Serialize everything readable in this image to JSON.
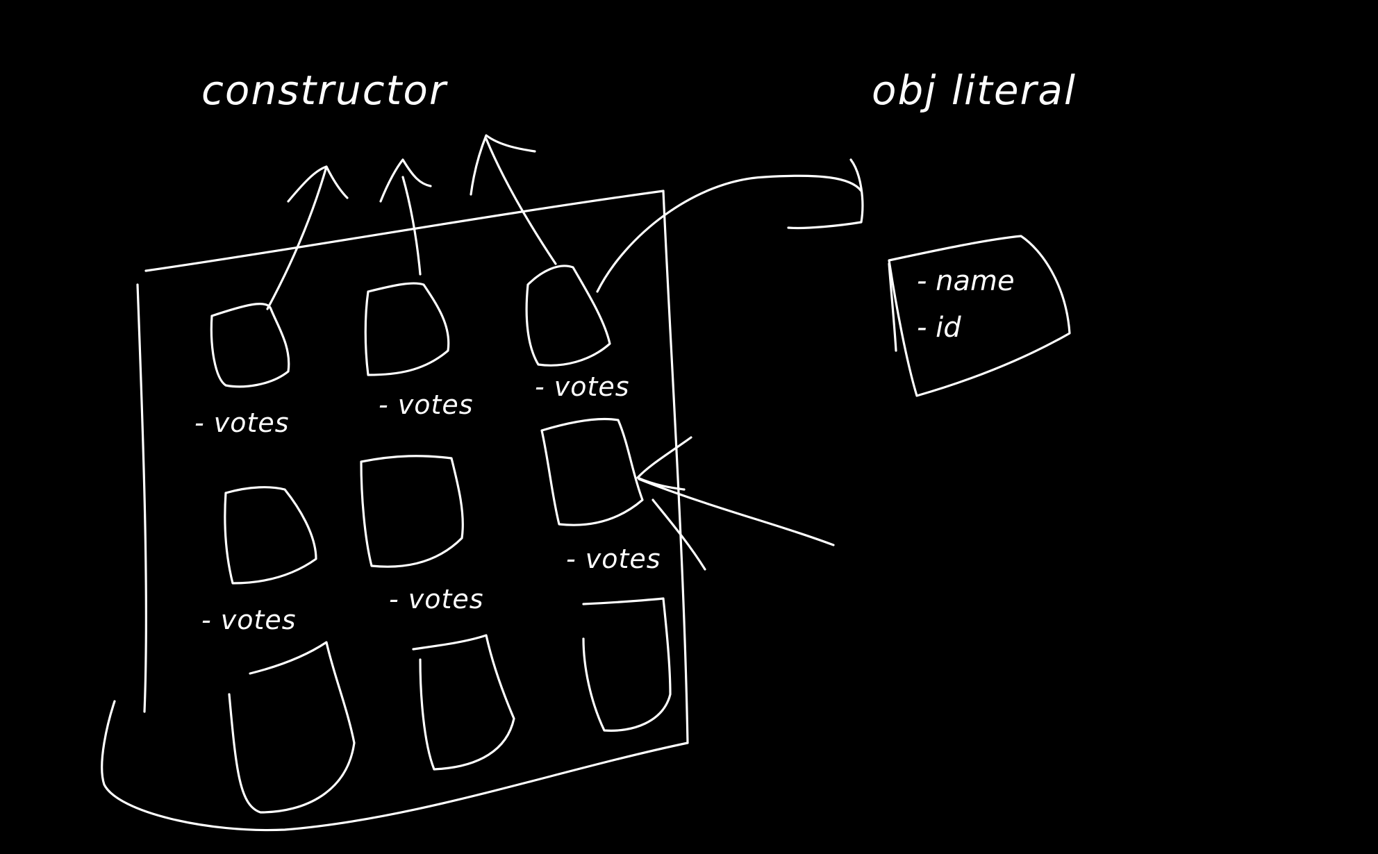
{
  "colors": {
    "background": "#000000",
    "ink": "#ffffff"
  },
  "labels": {
    "constructor": "constructor",
    "obj_literal": "obj literal"
  },
  "cups": [
    {
      "label": "- votes"
    },
    {
      "label": "- votes"
    },
    {
      "label": "- votes"
    },
    {
      "label": "- votes"
    },
    {
      "label": "- votes"
    },
    {
      "label": "- votes"
    }
  ],
  "object_card": {
    "fields": [
      "- name",
      "- id"
    ]
  }
}
